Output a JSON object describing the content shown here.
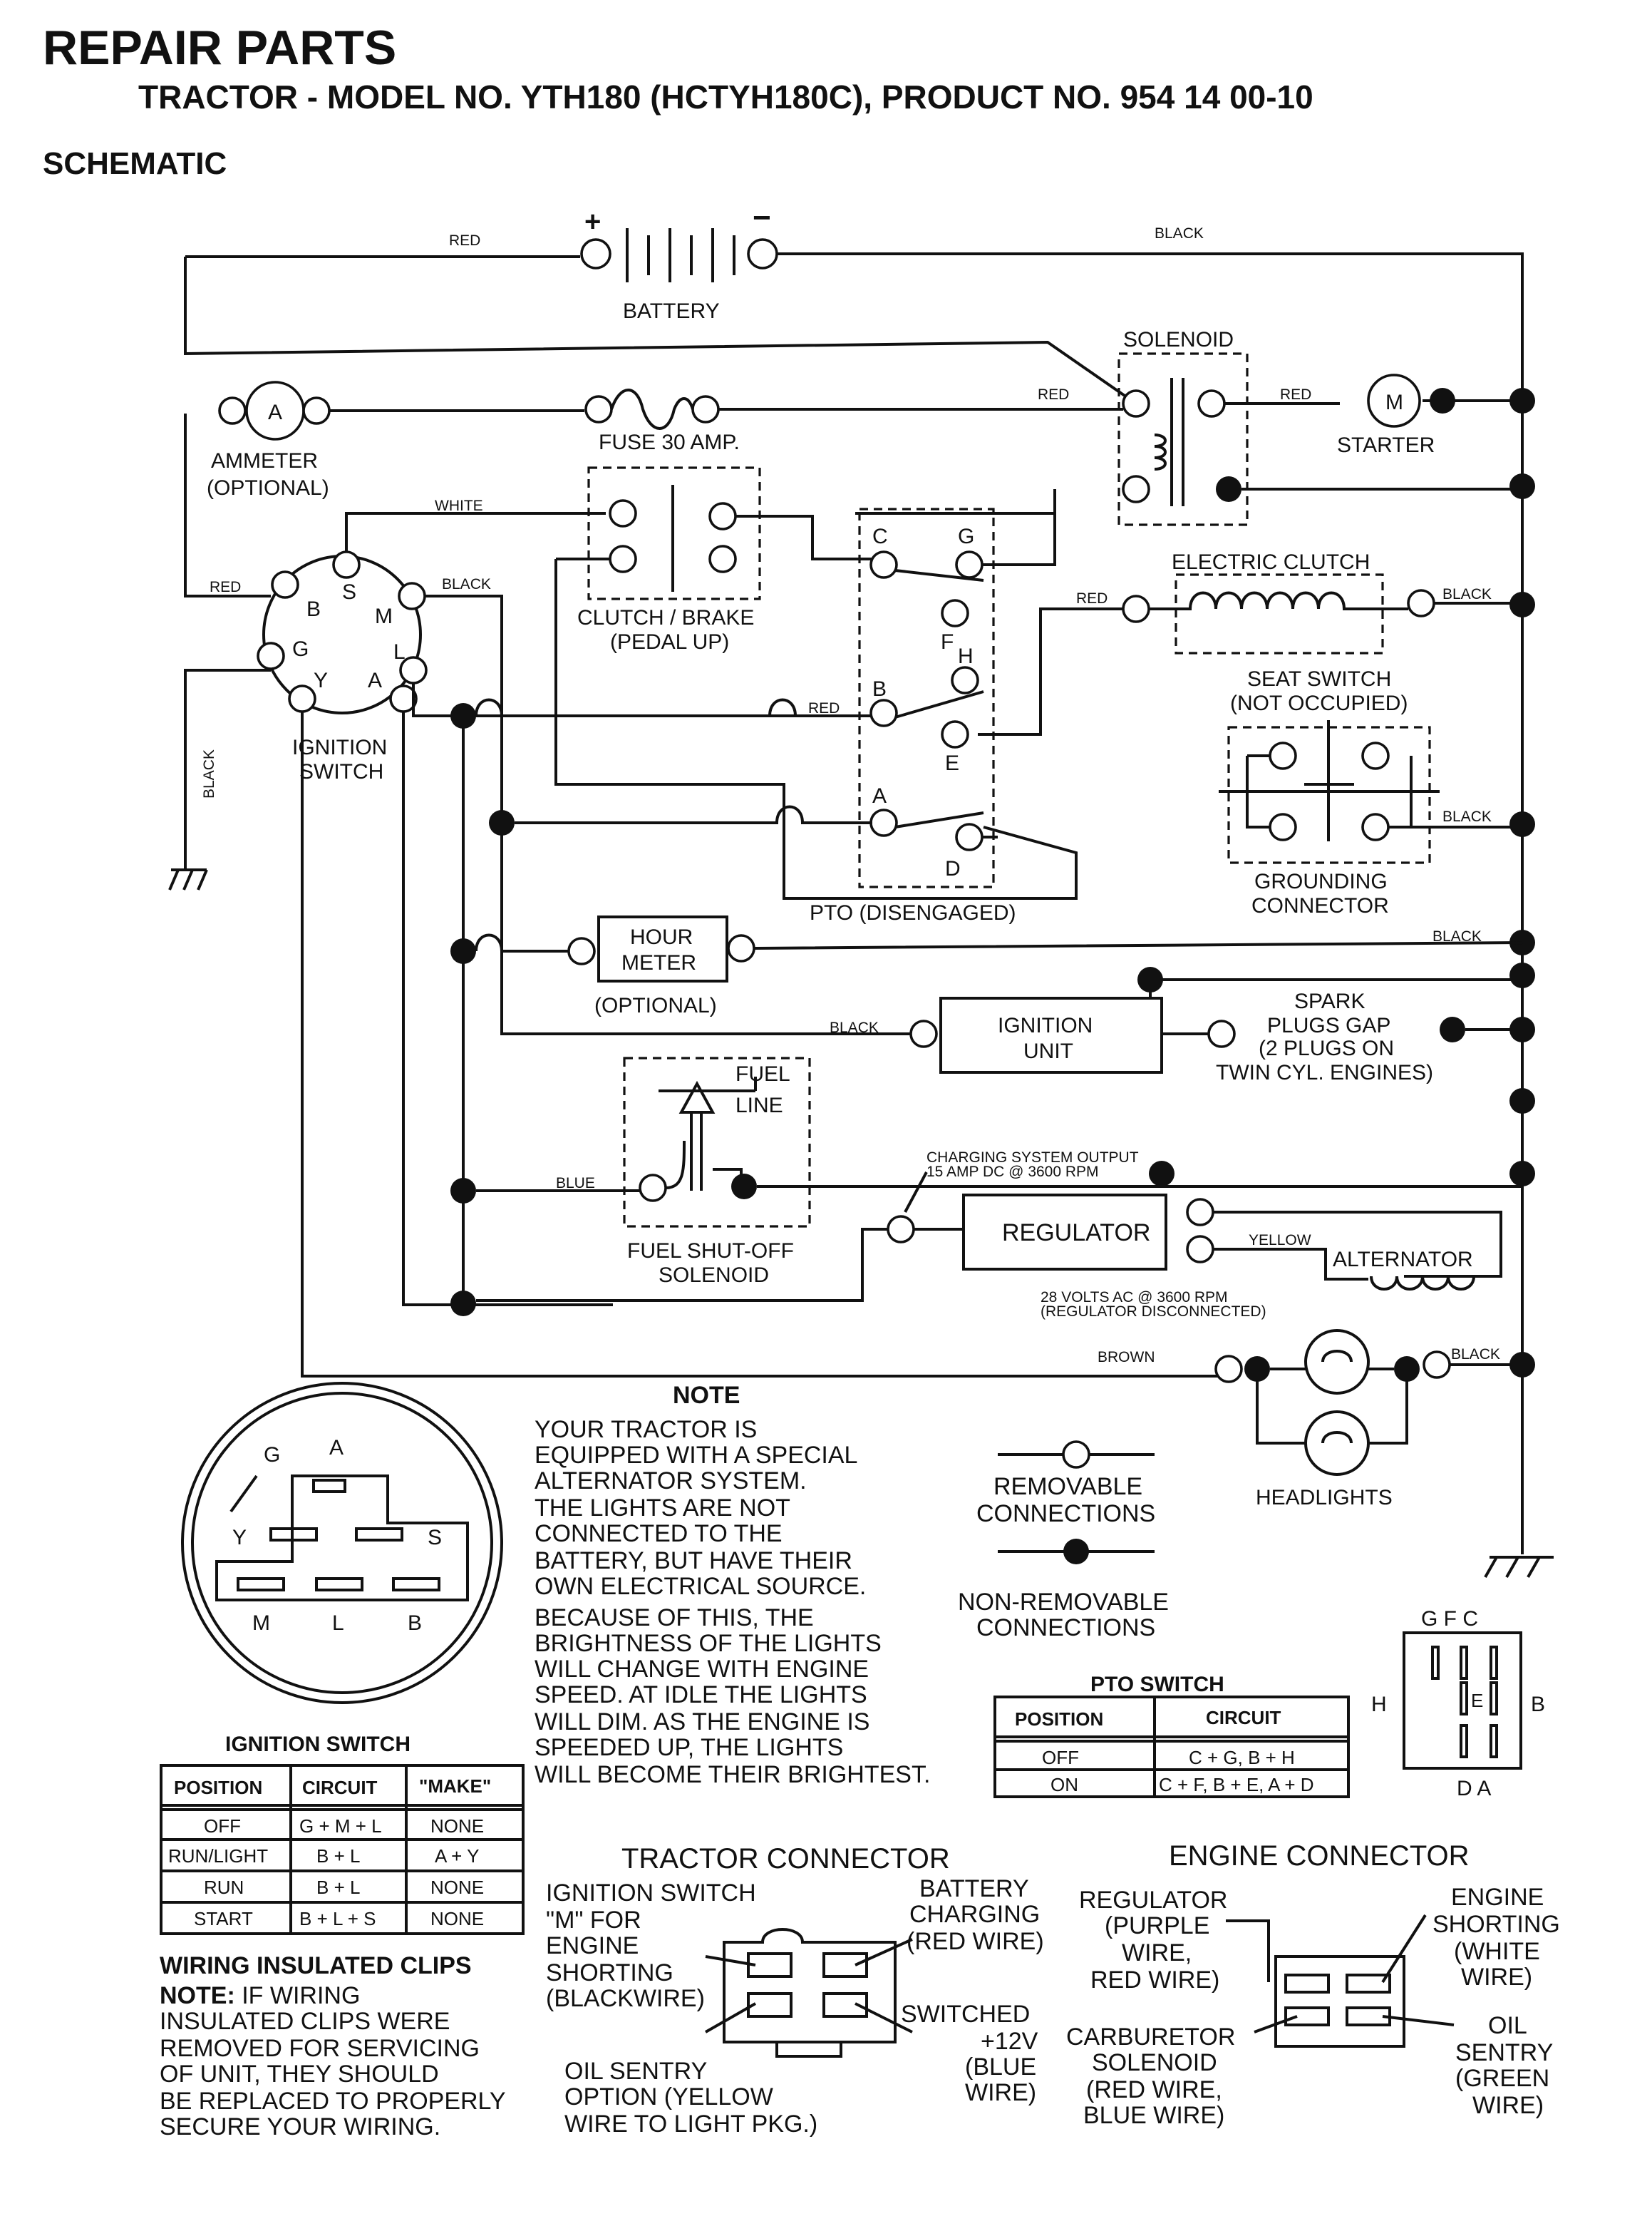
{
  "header": {
    "title": "REPAIR PARTS",
    "subtitle": "TRACTOR - MODEL NO. YTH180 (HCTYH180C), PRODUCT NO. 954 14 00-10",
    "section": "SCHEMATIC"
  },
  "schematic": {
    "battery": "BATTERY",
    "battery_plus": "+",
    "battery_minus": "−",
    "red1": "RED",
    "black_top": "BLACK",
    "solenoid": "SOLENOID",
    "red_sol": "RED",
    "red_starter": "RED",
    "starter_m": "M",
    "starter": "STARTER",
    "ammeter_a": "A",
    "ammeter": [
      "AMMETER",
      "(OPTIONAL)"
    ],
    "fuse": "FUSE 30 AMP.",
    "white": "WHITE",
    "red_ign": "RED",
    "black_ign": "BLACK",
    "ign_pins": [
      "B",
      "S",
      "M",
      "G",
      "L",
      "Y",
      "A"
    ],
    "ignition_switch": [
      "IGNITION",
      "SWITCH"
    ],
    "black_vert": "BLACK",
    "clutch_brake": [
      "CLUTCH / BRAKE",
      "(PEDAL UP)"
    ],
    "pto_pins": [
      "C",
      "G",
      "F",
      "H",
      "B",
      "E",
      "A",
      "D"
    ],
    "pto": "PTO (DISENGAGED)",
    "red_pto": "RED",
    "electric_clutch": "ELECTRIC CLUTCH",
    "red_clutch": "RED",
    "black_clutch": "BLACK",
    "seat_switch": [
      "SEAT SWITCH",
      "(NOT OCCUPIED)"
    ],
    "black_seat": "BLACK",
    "grounding": [
      "GROUNDING",
      "CONNECTOR"
    ],
    "hour_meter": [
      "HOUR",
      "METER"
    ],
    "hour_optional": "(OPTIONAL)",
    "black_hour": "BLACK",
    "black_ign_unit": "BLACK",
    "ignition_unit": [
      "IGNITION",
      "UNIT"
    ],
    "spark": [
      "SPARK",
      "PLUGS GAP",
      "(2 PLUGS ON",
      "TWIN CYL. ENGINES)"
    ],
    "fuel_line": [
      "FUEL",
      "LINE"
    ],
    "blue": "BLUE",
    "fuel_solenoid": [
      "FUEL SHUT-OFF",
      "SOLENOID"
    ],
    "charging": [
      "CHARGING SYSTEM OUTPUT",
      "15 AMP DC @ 3600 RPM"
    ],
    "regulator": "REGULATOR",
    "yellow": "YELLOW",
    "alternator": "ALTERNATOR",
    "volts": [
      "28 VOLTS AC @ 3600 RPM",
      "(REGULATOR DISCONNECTED)"
    ],
    "brown": "BROWN",
    "black_head": "BLACK",
    "headlights": "HEADLIGHTS"
  },
  "note": {
    "title": "NOTE",
    "lines": [
      "YOUR TRACTOR IS",
      "EQUIPPED WITH A SPECIAL",
      "ALTERNATOR SYSTEM.",
      "THE LIGHTS ARE NOT",
      "CONNECTED TO THE",
      "BATTERY, BUT HAVE THEIR",
      "OWN ELECTRICAL SOURCE.",
      "BECAUSE OF THIS, THE",
      "BRIGHTNESS OF THE LIGHTS",
      "WILL CHANGE WITH ENGINE",
      "SPEED.  AT IDLE THE LIGHTS",
      "WILL DIM.  AS THE ENGINE IS",
      "SPEEDED UP, THE LIGHTS",
      "WILL BECOME THEIR BRIGHTEST."
    ]
  },
  "legend": {
    "removable": [
      "REMOVABLE",
      "CONNECTIONS"
    ],
    "non_removable": [
      "NON-REMOVABLE",
      "CONNECTIONS"
    ]
  },
  "ignition_pin_diagram": {
    "pins": [
      "G",
      "A",
      "Y",
      "S",
      "M",
      "L",
      "B"
    ]
  },
  "ignition_table": {
    "title": "IGNITION SWITCH",
    "headers": [
      "POSITION",
      "CIRCUIT",
      "\"MAKE\""
    ],
    "rows": [
      [
        "OFF",
        "G + M + L",
        "NONE"
      ],
      [
        "RUN/LIGHT",
        "B + L",
        "A + Y"
      ],
      [
        "RUN",
        "B + L",
        "NONE"
      ],
      [
        "START",
        "B + L + S",
        "NONE"
      ]
    ]
  },
  "pto_table": {
    "title": "PTO SWITCH",
    "headers": [
      "POSITION",
      "CIRCUIT"
    ],
    "rows": [
      [
        "OFF",
        "C + G, B + H"
      ],
      [
        "ON",
        "C + F, B + E, A + D"
      ]
    ]
  },
  "pto_pin_diagram": {
    "top": "G  F  C",
    "left": "H",
    "right": "B",
    "center": "E",
    "bottom": "D  A"
  },
  "clips": {
    "title": "WIRING INSULATED CLIPS",
    "note_label": "NOTE:",
    "lines": [
      " IF WIRING",
      "INSULATED CLIPS WERE",
      "REMOVED FOR SERVICING",
      "OF UNIT, THEY SHOULD",
      "BE REPLACED TO PROPERLY",
      "SECURE YOUR WIRING."
    ]
  },
  "tractor_connector": {
    "title": "TRACTOR CONNECTOR",
    "ignition": [
      "IGNITION SWITCH",
      "\"M\" FOR",
      "ENGINE",
      "SHORTING",
      "(BLACKWIRE)"
    ],
    "battery": [
      "BATTERY",
      "CHARGING",
      "(RED WIRE)"
    ],
    "switched": [
      "SWITCHED",
      "+12V",
      "(BLUE",
      "WIRE)"
    ],
    "oil": [
      "OIL SENTRY",
      "OPTION (YELLOW",
      "WIRE TO LIGHT PKG.)"
    ]
  },
  "engine_connector": {
    "title": "ENGINE CONNECTOR",
    "regulator": [
      "REGULATOR",
      "(PURPLE",
      "WIRE,",
      "RED WIRE)"
    ],
    "shorting": [
      "ENGINE",
      "SHORTING",
      "(WHITE",
      "WIRE)"
    ],
    "carburetor": [
      "CARBURETOR",
      "SOLENOID",
      "(RED WIRE,",
      "BLUE WIRE)"
    ],
    "oil": [
      "OIL",
      "SENTRY",
      "(GREEN",
      "WIRE)"
    ]
  }
}
